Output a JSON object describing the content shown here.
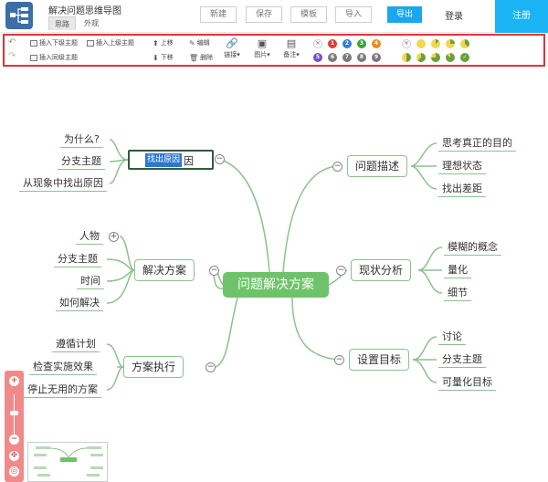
{
  "app": {
    "title": "解决问题思维导图"
  },
  "tabs": {
    "mindmap": "思路",
    "appearance": "外观"
  },
  "header": {
    "new_label": "新建",
    "save_label": "保存",
    "template_label": "模板",
    "import_label": "导入",
    "export_label": "导出",
    "login_label": "登录",
    "register_label": "注册"
  },
  "toolbar": {
    "insert_child": "插入下级主题",
    "insert_parent": "插入上级主题",
    "insert_sibling": "插入同级主题",
    "move_up": "上移",
    "move_down": "下移",
    "edit": "编辑",
    "delete": "删除",
    "link": "链接",
    "image": "图片",
    "note": "备注",
    "priority": [
      "1",
      "2",
      "3",
      "4",
      "5",
      "6",
      "7",
      "8",
      "9"
    ],
    "priority_colors": [
      "#e03c31",
      "#2f7fd8",
      "#3aa33a",
      "#f08a1c",
      "#7b4fc4",
      "#7a7a7a",
      "#7a7a7a",
      "#7a7a7a",
      "#7a7a7a"
    ],
    "accent_color": "#e0343a"
  },
  "mindmap": {
    "root": "问题解决方案",
    "editing_node": {
      "selected": "找出原因",
      "rest": "因"
    },
    "left_top_children": [
      "为什么?",
      "分支主题",
      "从现象中找出原因"
    ],
    "left_mid": {
      "title": "解决方案",
      "children": [
        "人物",
        "分支主题",
        "时间",
        "如何解决"
      ]
    },
    "left_bot": {
      "title": "方案执行",
      "children": [
        "遵循计划",
        "检查实施效果",
        "停止无用的方案"
      ]
    },
    "right_top": {
      "title": "问题描述",
      "children": [
        "思考真正的目的",
        "理想状态",
        "找出差距"
      ]
    },
    "right_mid": {
      "title": "现状分析",
      "children": [
        "模糊的概念",
        "量化",
        "细节"
      ]
    },
    "right_bot": {
      "title": "设置目标",
      "children": [
        "讨论",
        "分支主题",
        "可量化目标"
      ]
    },
    "line_color": "#8dc18d",
    "root_color": "#6ec36a"
  }
}
